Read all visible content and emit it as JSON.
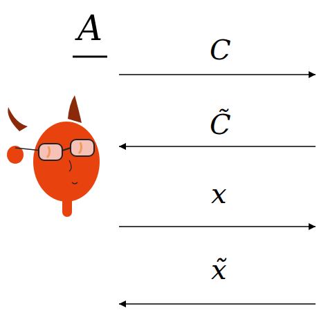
{
  "diagram": {
    "labels": [
      "A",
      "C",
      "C̃",
      "x",
      "x̃"
    ]
  }
}
